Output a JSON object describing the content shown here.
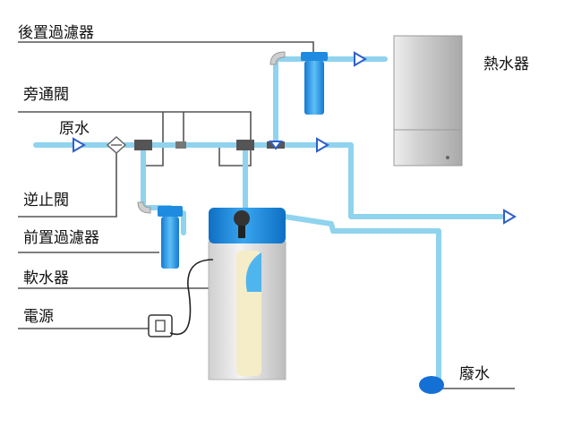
{
  "labels": {
    "rear_filter": "後置過濾器",
    "bypass_valve": "旁通閥",
    "raw_water": "原水",
    "check_valve": "逆止閥",
    "pre_filter": "前置過濾器",
    "softener": "軟水器",
    "power": "電源",
    "water_heater": "熱水器",
    "waste_water": "廢水"
  },
  "colors": {
    "pipe": "#8fd3ee",
    "pipe_dark": "#5bbde6",
    "arrow": "#2f5fc8",
    "filter_blue": "#1f8be0",
    "leader": "#555555",
    "heater_body": "#d8d8d8",
    "tank_body": "#e4e4e4",
    "tank_head": "#1e8fe0",
    "resin": "#f4edc8",
    "drain": "#1570d6"
  }
}
